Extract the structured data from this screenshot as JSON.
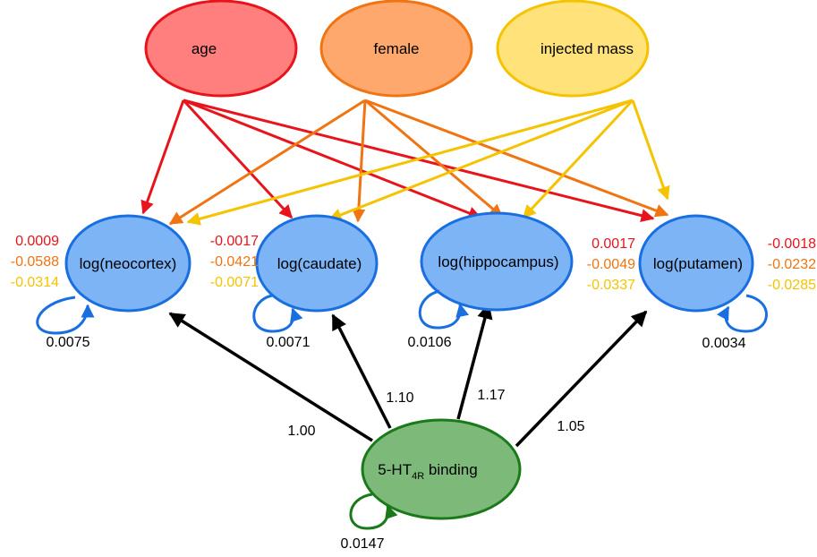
{
  "exogenous": {
    "age": {
      "label": "age",
      "fill": "#ff7f7f",
      "stroke": "#e8141c"
    },
    "female": {
      "label": "female",
      "fill": "#ffa86e",
      "stroke": "#f07412"
    },
    "injected_mass": {
      "label": "injected mass",
      "fill": "#ffe27a",
      "stroke": "#f5c300"
    }
  },
  "regions": {
    "fill": "#7db4f5",
    "stroke": "#1a6fe0",
    "neocortex": {
      "label": "log(neocortex)",
      "coef_age": "0.0009",
      "coef_female": "-0.0588",
      "coef_mass": "-0.0314",
      "residual": "0.0075"
    },
    "caudate": {
      "label": "log(caudate)",
      "coef_age": "-0.0017",
      "coef_female": "-0.0421",
      "coef_mass": "-0.0071",
      "residual": "0.0071"
    },
    "hippocampus": {
      "label": "log(hippocampus)",
      "coef_age": "0.0017",
      "coef_female": "-0.0049",
      "coef_mass": "-0.0337",
      "residual": "0.0106"
    },
    "putamen": {
      "label": "log(putamen)",
      "coef_age": "-0.0018",
      "coef_female": "-0.0232",
      "coef_mass": "-0.0285",
      "residual": "0.0034"
    }
  },
  "latent": {
    "label_main": "5-HT",
    "label_sub": "4R",
    "label_tail": " binding",
    "fill": "#7dba7a",
    "stroke": "#1a7a1a",
    "residual": "0.0147"
  },
  "loadings": {
    "neocortex": "1.00",
    "caudate": "1.10",
    "hippocampus": "1.17",
    "putamen": "1.05"
  }
}
